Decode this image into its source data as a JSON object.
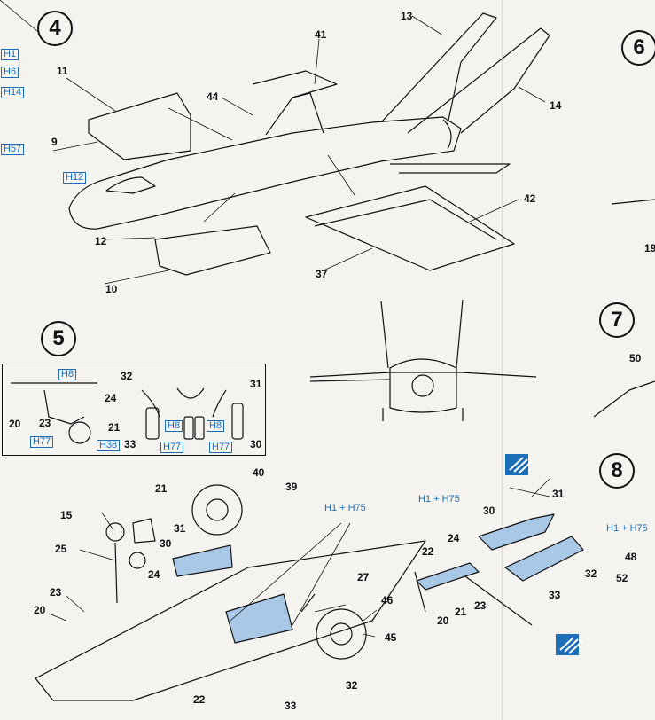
{
  "steps": {
    "s4": "4",
    "s5": "5",
    "s6": "6",
    "s7": "7",
    "s8": "8"
  },
  "part_labels": {
    "p13": "13",
    "p41": "41",
    "p44": "44",
    "p11": "11",
    "p9": "9",
    "p14": "14",
    "p42": "42",
    "p12": "12",
    "p10": "10",
    "p37": "37",
    "p19": "19",
    "p50": "50",
    "p32a": "32",
    "p24a": "24",
    "p20a": "20",
    "p23a": "23",
    "p21a": "21",
    "p31a": "31",
    "p33a": "33",
    "p30a": "30",
    "p40": "40",
    "p39": "39",
    "p21b": "21",
    "p15": "15",
    "p31b": "31",
    "p30b": "30",
    "p25": "25",
    "p24b": "24",
    "p23b": "23",
    "p20b": "20",
    "p27": "27",
    "p46": "46",
    "p45": "45",
    "p22b": "22",
    "p32b": "32",
    "p33b": "33",
    "p31c": "31",
    "p30c": "30",
    "p22c": "22",
    "p24c": "24",
    "p21c": "21",
    "p20c": "20",
    "p23c": "23",
    "p32c": "32",
    "p33c": "33",
    "p48": "48",
    "p52": "52"
  },
  "color_codes": {
    "h1": "H1",
    "h6": "H6",
    "h14": "H14",
    "h57": "H57",
    "h12": "H12",
    "h8a": "H8",
    "h77a": "H77",
    "h38": "H38",
    "h8b": "H8",
    "h8c": "H8",
    "h77b": "H77",
    "h77c": "H77",
    "h1h75a": "H1 + H75",
    "h1h75b": "H1 + H75",
    "h1h75c": "H1 + H75"
  },
  "colors": {
    "paint_blue": "#a9c8e6",
    "code_blue": "#1a6fb8",
    "ink": "#111111",
    "paper": "#f4f3ef"
  }
}
